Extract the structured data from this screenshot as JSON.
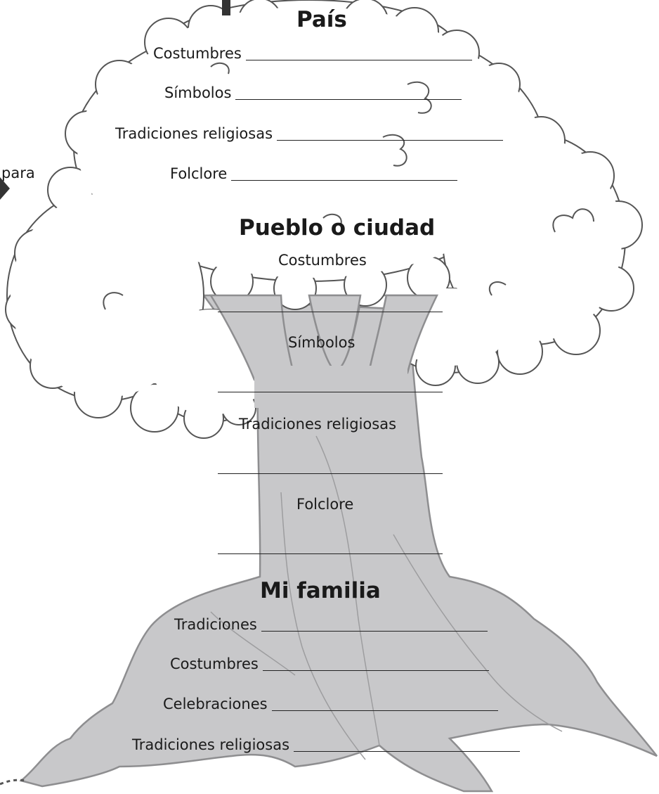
{
  "side_text": "para",
  "pais": {
    "title": "País",
    "fields": [
      "Costumbres",
      "Símbolos",
      "Tradiciones religiosas",
      "Folclore"
    ]
  },
  "pueblo": {
    "title": "Pueblo o ciudad",
    "fields": [
      "Costumbres",
      "Símbolos",
      "Tradiciones religiosas",
      "Folclore"
    ]
  },
  "familia": {
    "title": "Mi familia",
    "fields": [
      "Tradiciones",
      "Costumbres",
      "Celebraciones",
      "Tradiciones religiosas"
    ]
  },
  "colors": {
    "trunk_fill": "#c8c8ca",
    "trunk_stroke": "#8e8e90",
    "crown_stroke": "#555555",
    "text": "#1a1a1a"
  }
}
